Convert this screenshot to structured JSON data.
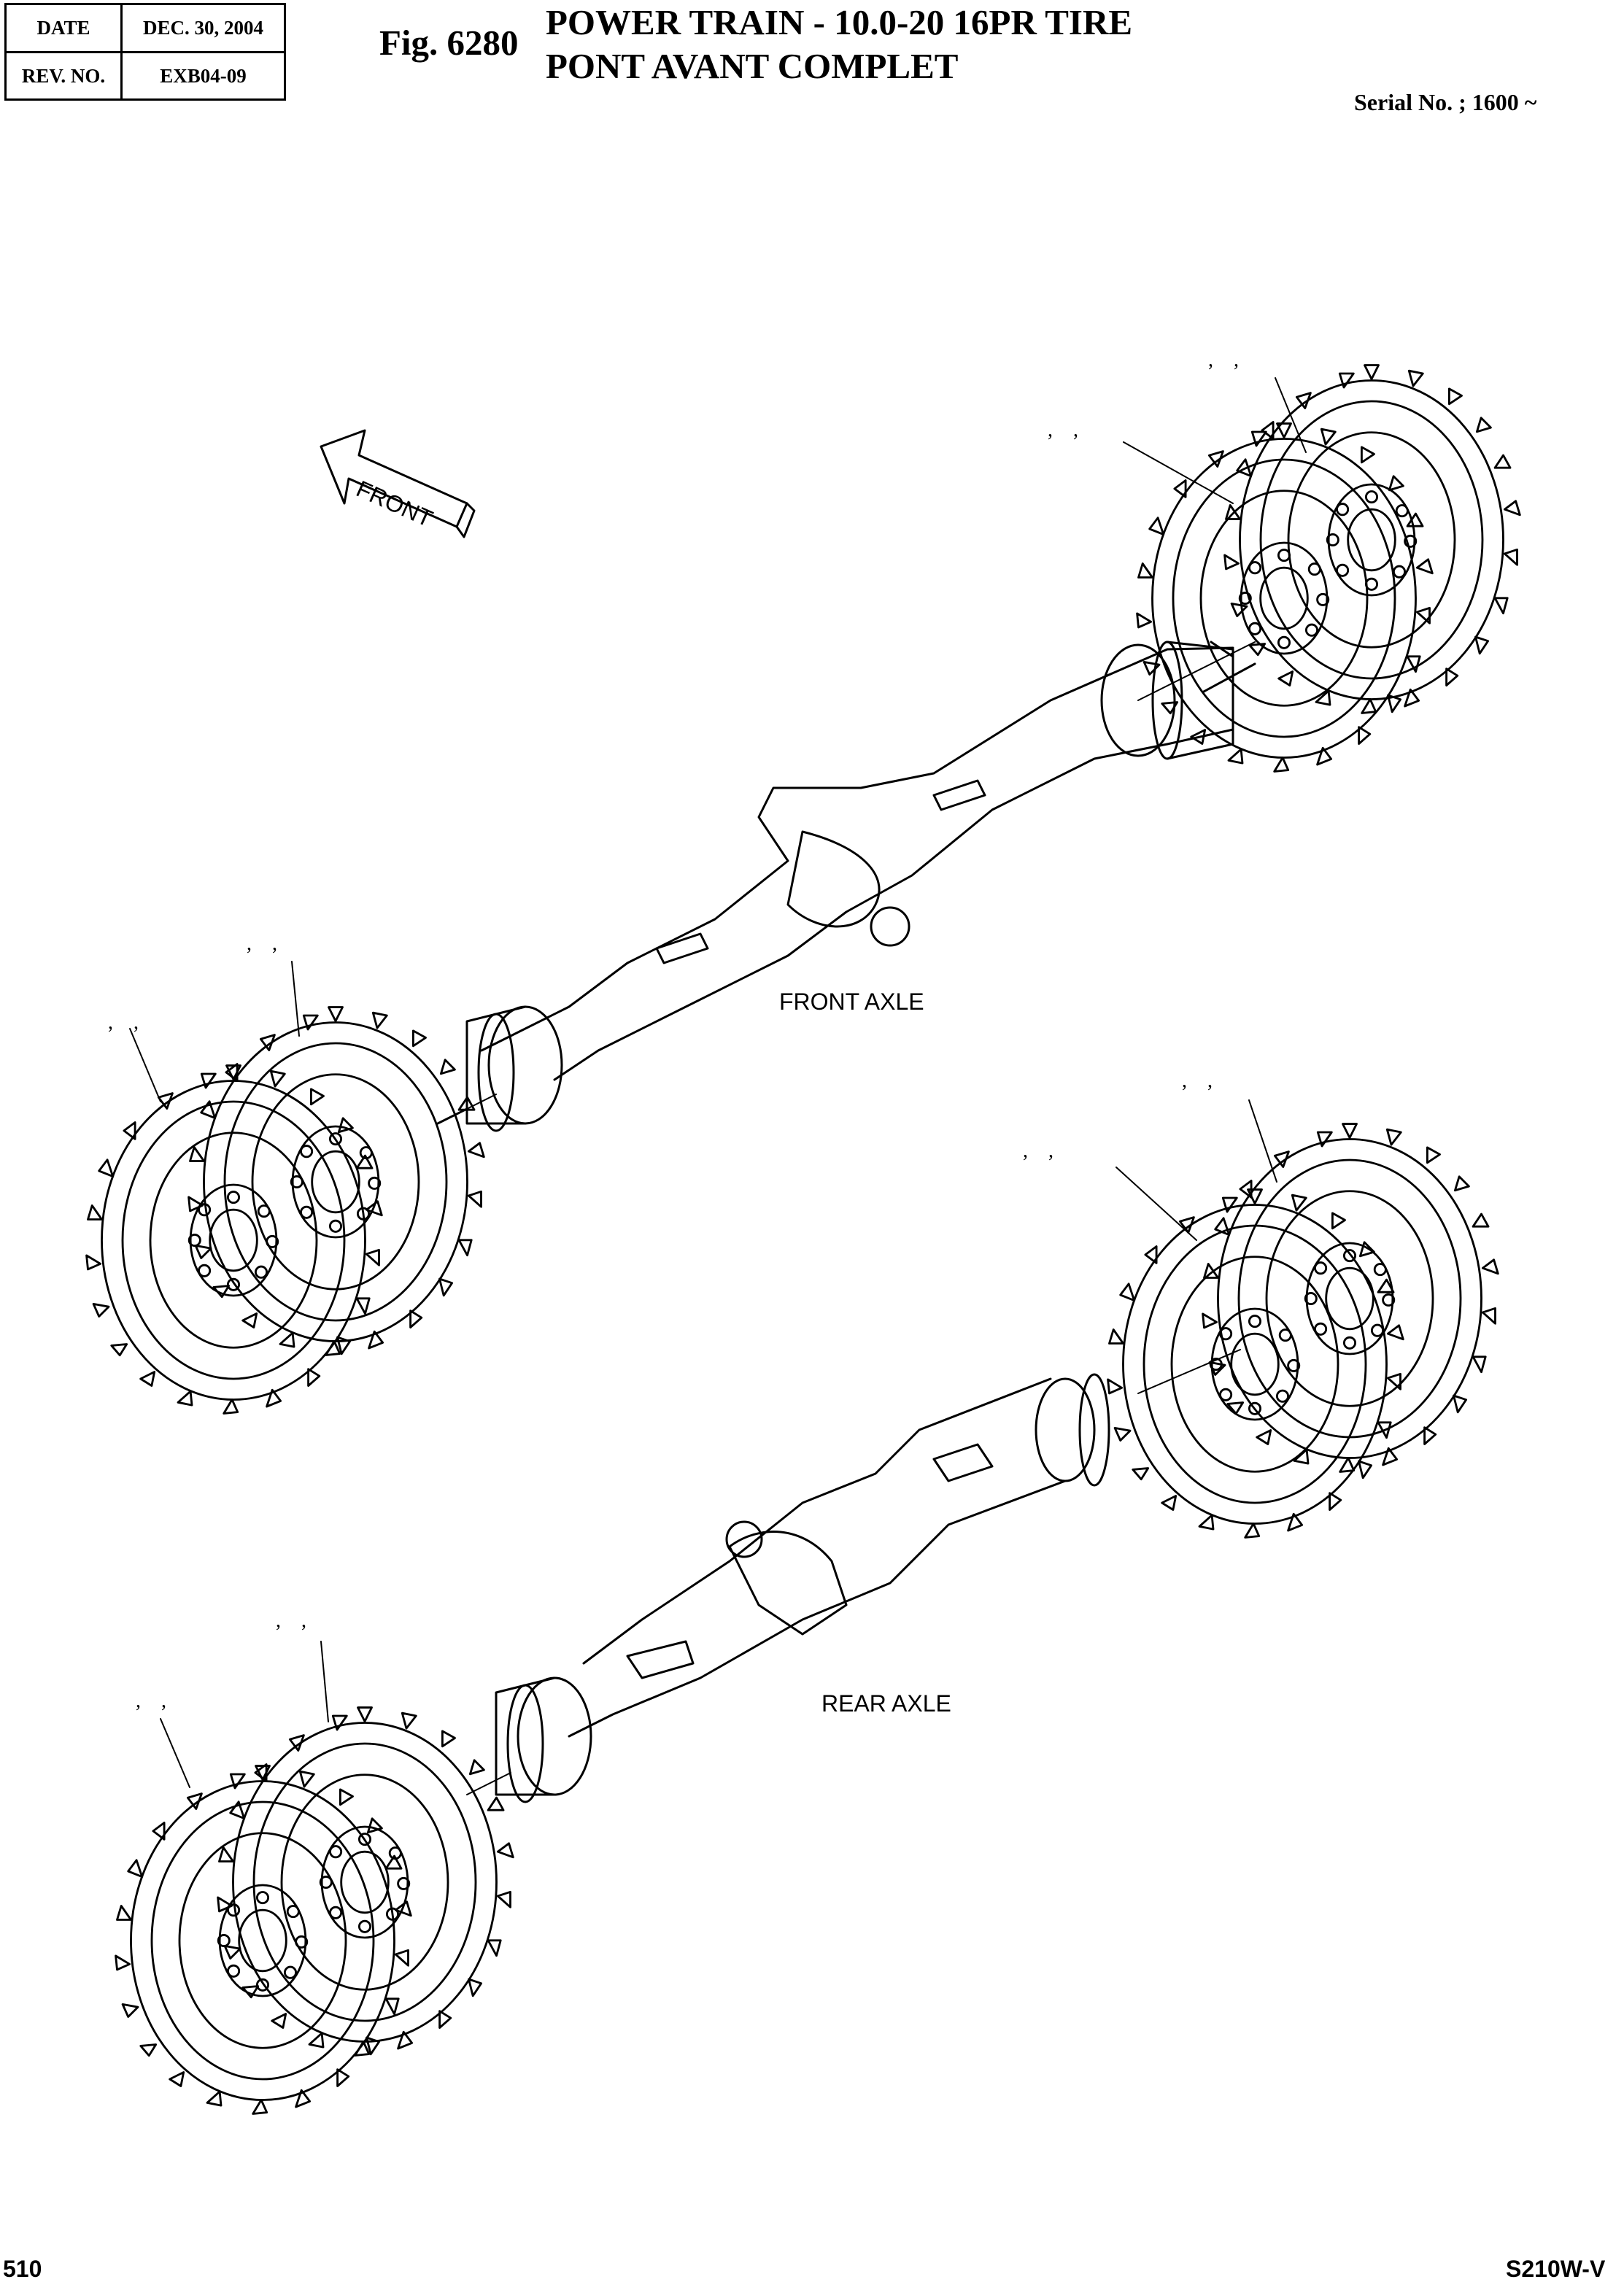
{
  "header": {
    "date_label": "DATE",
    "date_value": "DEC. 30, 2004",
    "rev_label": "REV. NO.",
    "rev_value": "EXB04-09"
  },
  "figure": {
    "number": "Fig. 6280",
    "title_line_1": "POWER TRAIN - 10.0-20 16PR TIRE",
    "title_line_2": "PONT AVANT COMPLET",
    "serial": "Serial No. ; 1600 ~"
  },
  "drawing": {
    "front_arrow_label": "FRONT",
    "front_axle_label": "FRONT AXLE",
    "rear_axle_label": "REAR AXLE",
    "callout_mark": ",    ,"
  },
  "footer": {
    "page_number": "510",
    "model_code": "S210W-V"
  }
}
